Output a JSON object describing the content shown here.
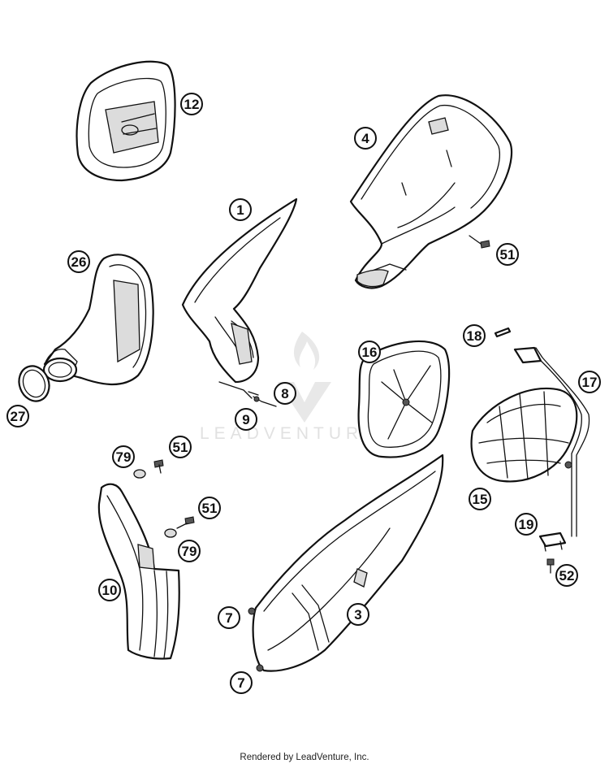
{
  "diagram": {
    "callouts": [
      {
        "label": "12"
      },
      {
        "label": "4"
      },
      {
        "label": "1"
      },
      {
        "label": "51"
      },
      {
        "label": "26"
      },
      {
        "label": "18"
      },
      {
        "label": "16"
      },
      {
        "label": "17"
      },
      {
        "label": "8"
      },
      {
        "label": "27"
      },
      {
        "label": "9"
      },
      {
        "label": "79"
      },
      {
        "label": "51"
      },
      {
        "label": "15"
      },
      {
        "label": "51"
      },
      {
        "label": "19"
      },
      {
        "label": "79"
      },
      {
        "label": "10"
      },
      {
        "label": "52"
      },
      {
        "label": "7"
      },
      {
        "label": "3"
      },
      {
        "label": "7"
      }
    ],
    "watermark": "LEADVENTURE",
    "footer": "Rendered by LeadVenture, Inc."
  }
}
